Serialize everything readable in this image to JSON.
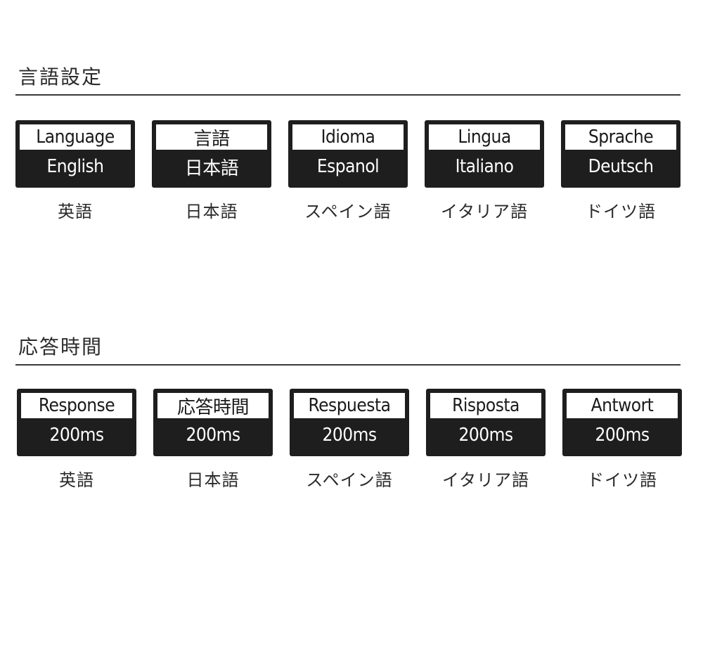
{
  "language_section": {
    "title": "言語設定",
    "cards": [
      {
        "top": "Language",
        "bottom": "English",
        "caption": "英語"
      },
      {
        "top": "言語",
        "bottom": "日本語",
        "caption": "日本語"
      },
      {
        "top": "Idioma",
        "bottom": "Espanol",
        "caption": "スペイン語"
      },
      {
        "top": "Lingua",
        "bottom": "Italiano",
        "caption": "イタリア語"
      },
      {
        "top": "Sprache",
        "bottom": "Deutsch",
        "caption": "ドイツ語"
      }
    ]
  },
  "response_section": {
    "title": "応答時間",
    "cards": [
      {
        "top": "Response",
        "bottom": "200ms",
        "caption": "英語"
      },
      {
        "top": "応答時間",
        "bottom": "200ms",
        "caption": "日本語"
      },
      {
        "top": "Respuesta",
        "bottom": "200ms",
        "caption": "スペイン語"
      },
      {
        "top": "Risposta",
        "bottom": "200ms",
        "caption": "イタリア語"
      },
      {
        "top": "Antwort",
        "bottom": "200ms",
        "caption": "ドイツ語"
      }
    ]
  }
}
